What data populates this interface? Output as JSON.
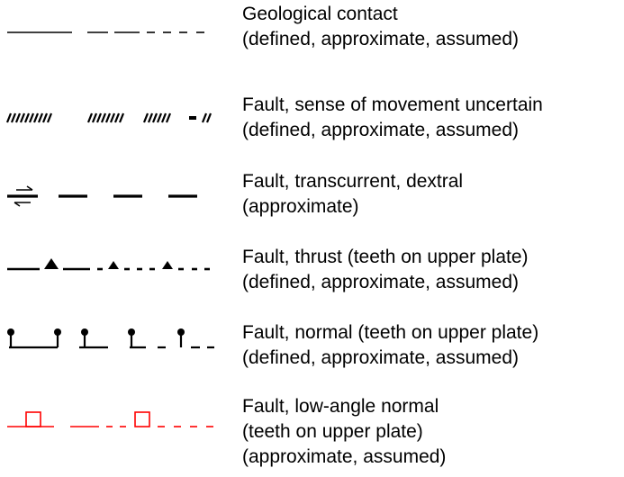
{
  "legend": {
    "items": [
      {
        "id": "geological-contact",
        "symbol": "solid-dashed-line-symbol",
        "color": "#000000",
        "lines": [
          "Geological contact",
          "(defined, approximate, assumed)"
        ]
      },
      {
        "id": "fault-uncertain",
        "symbol": "hatched-line-symbol",
        "color": "#000000",
        "lines": [
          "Fault, sense of movement uncertain",
          "(defined, approximate, assumed)"
        ]
      },
      {
        "id": "fault-dextral",
        "symbol": "dextral-arrows-symbol",
        "color": "#000000",
        "lines": [
          "Fault, transcurrent, dextral",
          "(approximate)"
        ]
      },
      {
        "id": "fault-thrust",
        "symbol": "thrust-teeth-symbol",
        "color": "#000000",
        "lines": [
          "Fault, thrust (teeth on upper plate)",
          "(defined, approximate, assumed)"
        ]
      },
      {
        "id": "fault-normal",
        "symbol": "normal-ball-tick-symbol",
        "color": "#000000",
        "lines": [
          "Fault, normal (teeth on upper plate)",
          "(defined, approximate, assumed)"
        ]
      },
      {
        "id": "fault-low-angle-normal",
        "symbol": "low-angle-normal-box-symbol",
        "color": "#ff0000",
        "lines": [
          "Fault, low-angle normal",
          "(teeth on upper plate)",
          "(approximate, assumed)"
        ]
      }
    ]
  }
}
